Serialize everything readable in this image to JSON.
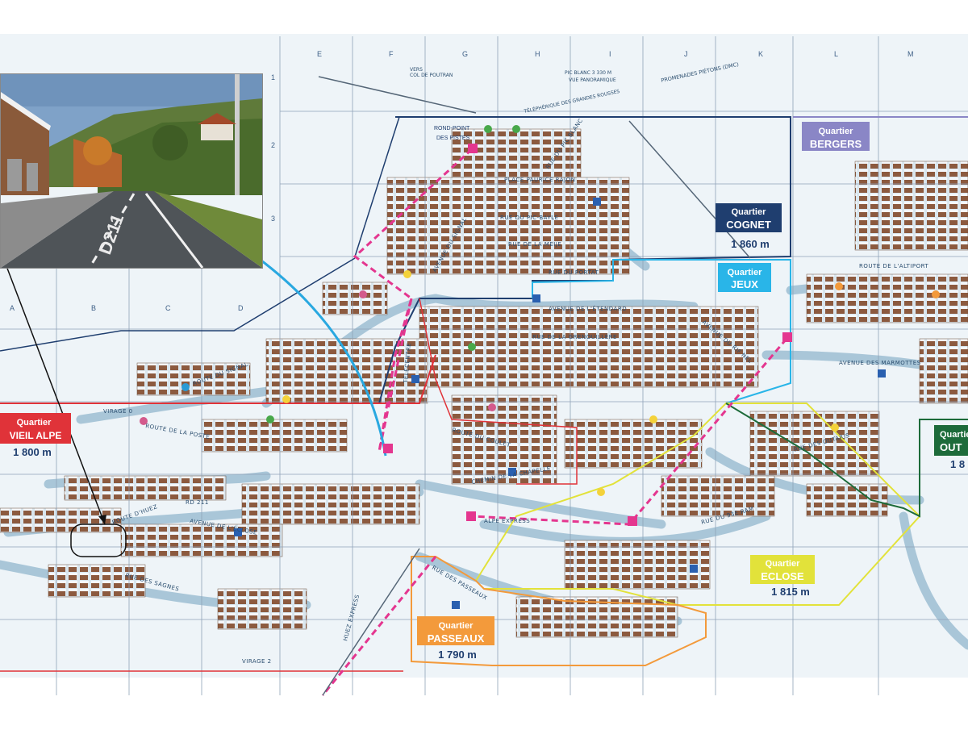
{
  "grid": {
    "columns_top": [
      "E",
      "F",
      "G",
      "H",
      "I",
      "J",
      "K",
      "L",
      "M"
    ],
    "columns_left": [
      "A",
      "B",
      "C",
      "D"
    ],
    "rows": [
      "1",
      "2",
      "3"
    ]
  },
  "quartiers": [
    {
      "id": "cognet",
      "line1": "Quartier",
      "line2": "COGNET",
      "alt": "1 860 m",
      "color": "#1f3e6f",
      "text_color": "#ffffff",
      "alt_color": "#1f3e6f"
    },
    {
      "id": "jeux",
      "line1": "Quartier",
      "line2": "JEUX",
      "alt": "",
      "color": "#29b5e8",
      "text_color": "#ffffff",
      "alt_color": "#29b5e8"
    },
    {
      "id": "bergers",
      "line1": "Quartier",
      "line2": "BERGERS",
      "alt": "",
      "color": "#8a86c6",
      "text_color": "#ffffff",
      "alt_color": "#8a86c6"
    },
    {
      "id": "vieil-alpe",
      "line1": "Quartier",
      "line2": "VIEIL ALPE",
      "alt": "1 800 m",
      "color": "#e03339",
      "text_color": "#ffffff",
      "alt_color": "#1f3e6f"
    },
    {
      "id": "eclose",
      "line1": "Quartier",
      "line2": "ECLOSE",
      "alt": "1 815 m",
      "color": "#e2e23a",
      "text_color": "#ffffff",
      "alt_color": "#1f3e6f"
    },
    {
      "id": "passeaux",
      "line1": "Quartier",
      "line2": "PASSEAUX",
      "alt": "1 790 m",
      "color": "#f39a3b",
      "text_color": "#ffffff",
      "alt_color": "#1f3e6f"
    },
    {
      "id": "outan",
      "line1": "Quartier",
      "line2": "OUT",
      "alt": "1 8",
      "color": "#1d6b3a",
      "text_color": "#ffffff",
      "alt_color": "#1f3e6f"
    }
  ],
  "top_labels": {
    "vers_col": "VERS\nCOL DE POUTRAN",
    "pic_blanc": "PIC BLANC 3 330 M",
    "vue_pano": "VUE PANORAMIQUE",
    "promenades": "PROMENADES PIÉTONS (DMC)",
    "telepherique": "TÉLÉPHÉRIQUE DES GRANDES ROUSSES",
    "rond_point_1": "ROND-POINT",
    "rond_point_2": "DES PISTES"
  },
  "streets": [
    "ROUTE DU SIGNAL",
    "AVENUE DU SIGNAL",
    "RUE DU PIC-BAYLE",
    "RUE DE LA MEIJE",
    "RUE DU PORTAT",
    "AVENUE DE L'ÉTENDARD",
    "RUE DE LA GRENOUILLÈRE",
    "AVENUE DU RIF NEL",
    "AVENUE DES MARMOTTES",
    "ROUTE DU COULET",
    "ROUTE DE LA POSTE",
    "ROUTE D'HUEZ",
    "AVENUE DE L'ÉCLOSE",
    "RUE DES SAGNES",
    "RUE DES PASSEAUX",
    "RUE DU PIC BLANC",
    "RUE DU 93E RAM",
    "ALPE EXPRESS",
    "TÉLÉCENTRE",
    "HUEZ EXPRESS",
    "RD 211",
    "VIRAGE 0",
    "VIRAGE 2",
    "CHEMIN DE LA CHAPELLE",
    "PLACE PAURICE RAJON",
    "ROUTE DE L'ALTIPORT",
    "RUE DES OUTARIS",
    "RUE DU 93E RAM"
  ],
  "photo": {
    "road_sign": "D211"
  },
  "colors": {
    "snow": "#e9f2f7",
    "road": "#a9c6d8",
    "grid": "#8fa2b8",
    "pink_lift": "#e4368f"
  }
}
